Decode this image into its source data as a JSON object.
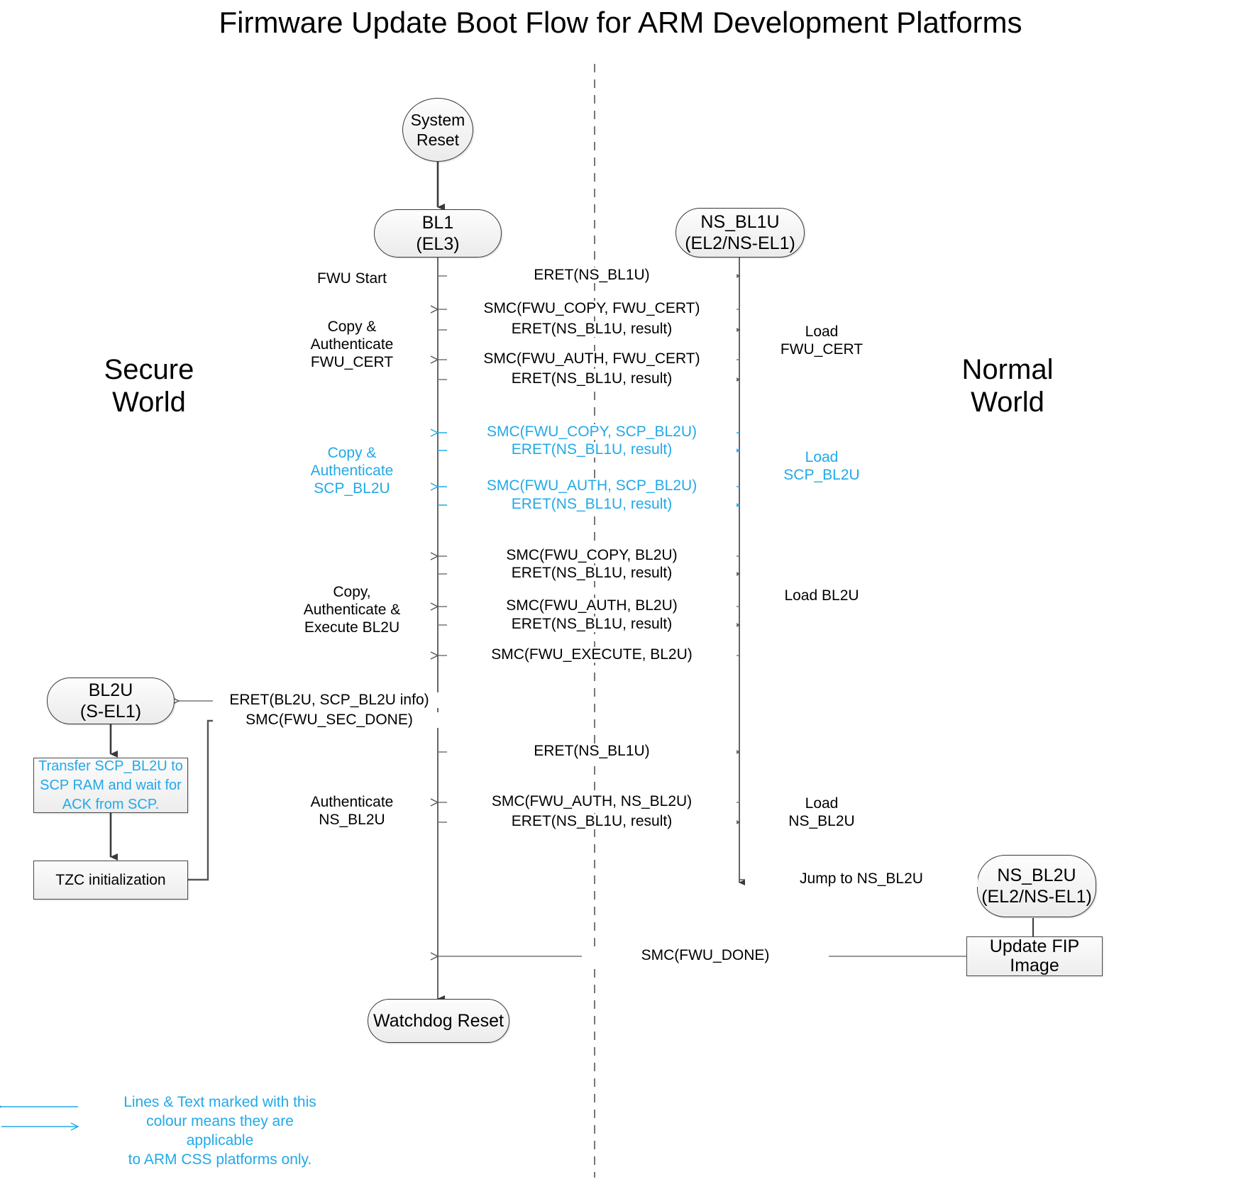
{
  "title": "Firmware Update Boot Flow for ARM Development Platforms",
  "colors": {
    "accent_cyan": "#22a9e8",
    "line_black": "#3a3a3a",
    "node_fill": "#f0f0f0"
  },
  "worlds": {
    "secure": "Secure\nWorld",
    "normal": "Normal\nWorld"
  },
  "nodes": {
    "system_reset": "System\nReset",
    "bl1": "BL1\n(EL3)",
    "ns_bl1u": "NS_BL1U\n(EL2/NS-EL1)",
    "bl2u": "BL2U\n(S-EL1)",
    "ns_bl2u": "NS_BL2U\n(EL2/NS-EL1)",
    "transfer_scp": "Transfer SCP_BL2U to\nSCP RAM and wait for\nACK from SCP.",
    "tzc_init": "TZC initialization",
    "update_fip": "Update FIP Image",
    "watchdog_reset": "Watchdog Reset"
  },
  "left_annotations": [
    {
      "id": "fwu-start",
      "text": "FWU Start",
      "cyan": false
    },
    {
      "id": "copy-auth-fwu-cert",
      "text": "Copy &\nAuthenticate\nFWU_CERT",
      "cyan": false
    },
    {
      "id": "copy-auth-scp-bl2u",
      "text": "Copy &\nAuthenticate\nSCP_BL2U",
      "cyan": true
    },
    {
      "id": "copy-auth-exec-bl2u",
      "text": "Copy,\nAuthenticate &\nExecute BL2U",
      "cyan": false
    },
    {
      "id": "authenticate-ns-bl2u",
      "text": "Authenticate\nNS_BL2U",
      "cyan": false
    }
  ],
  "right_annotations": [
    {
      "id": "load-fwu-cert",
      "text": "Load\nFWU_CERT",
      "cyan": false
    },
    {
      "id": "load-scp-bl2u",
      "text": "Load\nSCP_BL2U",
      "cyan": true
    },
    {
      "id": "load-bl2u",
      "text": "Load BL2U",
      "cyan": false
    },
    {
      "id": "load-ns-bl2u",
      "text": "Load\nNS_BL2U",
      "cyan": false
    }
  ],
  "messages": [
    {
      "id": "m1",
      "label": "ERET(NS_BL1U)",
      "dir": "right",
      "cyan": false
    },
    {
      "id": "m2",
      "label": "SMC(FWU_COPY, FWU_CERT)",
      "dir": "left",
      "cyan": false
    },
    {
      "id": "m3",
      "label": "ERET(NS_BL1U, result)",
      "dir": "right",
      "cyan": false
    },
    {
      "id": "m4",
      "label": "SMC(FWU_AUTH, FWU_CERT)",
      "dir": "left",
      "cyan": false
    },
    {
      "id": "m5",
      "label": "ERET(NS_BL1U, result)",
      "dir": "right",
      "cyan": false
    },
    {
      "id": "m6",
      "label": "SMC(FWU_COPY, SCP_BL2U)",
      "dir": "left",
      "cyan": true
    },
    {
      "id": "m7",
      "label": "ERET(NS_BL1U, result)",
      "dir": "right",
      "cyan": true
    },
    {
      "id": "m8",
      "label": "SMC(FWU_AUTH, SCP_BL2U)",
      "dir": "left",
      "cyan": true
    },
    {
      "id": "m9",
      "label": "ERET(NS_BL1U, result)",
      "dir": "right",
      "cyan": true
    },
    {
      "id": "m10",
      "label": "SMC(FWU_COPY, BL2U)",
      "dir": "left",
      "cyan": false
    },
    {
      "id": "m11",
      "label": "ERET(NS_BL1U, result)",
      "dir": "right",
      "cyan": false
    },
    {
      "id": "m12",
      "label": "SMC(FWU_AUTH, BL2U)",
      "dir": "left",
      "cyan": false
    },
    {
      "id": "m13",
      "label": "ERET(NS_BL1U, result)",
      "dir": "right",
      "cyan": false
    },
    {
      "id": "m14",
      "label": "SMC(FWU_EXECUTE, BL2U)",
      "dir": "left",
      "cyan": false
    },
    {
      "id": "m17",
      "label": "ERET(NS_BL1U)",
      "dir": "right",
      "cyan": false
    },
    {
      "id": "m18",
      "label": "SMC(FWU_AUTH, NS_BL2U)",
      "dir": "left",
      "cyan": false
    },
    {
      "id": "m19",
      "label": "ERET(NS_BL1U, result)",
      "dir": "right",
      "cyan": false
    },
    {
      "id": "m21",
      "label": "Jump to NS_BL2U",
      "dir": "right",
      "cyan": false
    },
    {
      "id": "m22",
      "label": "SMC(FWU_DONE)",
      "dir": "left",
      "cyan": false
    }
  ],
  "bl2u_messages": {
    "eret_bl2u_prefix": "ERET(BL2U, ",
    "eret_bl2u_cyan": "SCP_BL2U info",
    "eret_bl2u_suffix": ")",
    "smc_fwu_sec_done": "SMC(FWU_SEC_DONE)"
  },
  "legend": {
    "text": "Lines & Text marked with this\ncolour means they are applicable\nto ARM CSS platforms only."
  }
}
